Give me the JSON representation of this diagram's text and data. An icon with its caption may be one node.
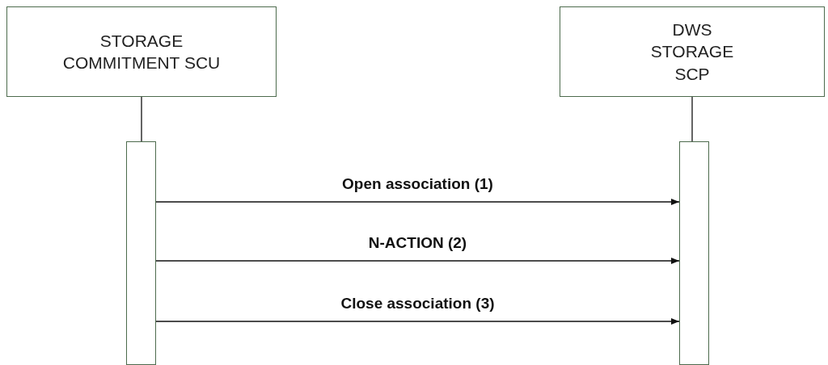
{
  "diagram": {
    "nodes": [
      {
        "text": [
          "STORAGE COMMITMENT SCU"
        ]
      },
      {
        "text": [
          "DWS STORAGE SCP"
        ]
      },
      {
        "text": [],
        "shape": "bar"
      },
      {
        "text": [],
        "shape": "bar"
      }
    ],
    "edges": [
      {
        "from": 0,
        "to": 2,
        "arrow": "none"
      },
      {
        "from": 1,
        "to": 3,
        "arrow": "none"
      },
      {
        "from": 2,
        "to": 3,
        "arrow": "to",
        "label": "Open association (1)"
      },
      {
        "from": 2,
        "to": 3,
        "arrow": "to",
        "label": "N-ACTION (2)"
      },
      {
        "from": 2,
        "to": 3,
        "arrow": "to",
        "label": "Close association (3)"
      }
    ]
  }
}
